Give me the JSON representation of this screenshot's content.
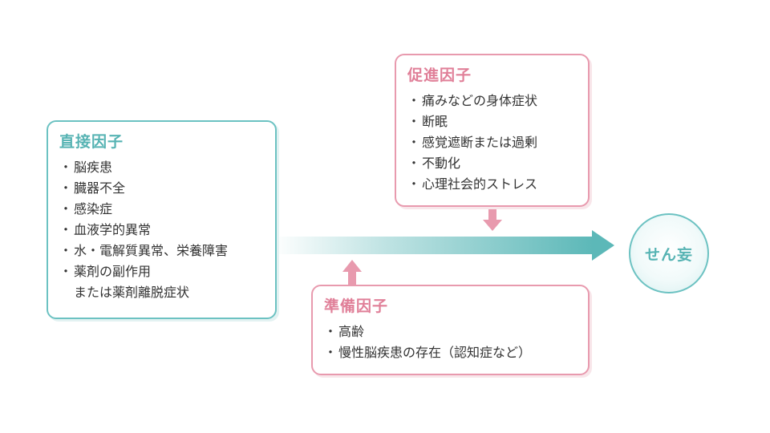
{
  "direct_factors": {
    "title": "直接因子",
    "items": [
      "脳疾患",
      "臓器不全",
      "感染症",
      "血液学的異常",
      "水・電解質異常、栄養障害",
      "薬剤の副作用",
      "または薬剤離脱症状"
    ]
  },
  "promoting_factors": {
    "title": "促進因子",
    "items": [
      "痛みなどの身体症状",
      "断眠",
      "感覚遮断または過剰",
      "不動化",
      "心理社会的ストレス"
    ]
  },
  "predisposing_factors": {
    "title": "準備因子",
    "items": [
      "高齢",
      "慢性脳疾患の存在（認知症など）"
    ]
  },
  "result": {
    "label": "せん妄"
  },
  "bullet": "・",
  "colors": {
    "teal": "#6cc2c2",
    "teal_text": "#56b3b3",
    "pink": "#e89aae",
    "pink_text": "#e07f98",
    "text": "#333333"
  }
}
